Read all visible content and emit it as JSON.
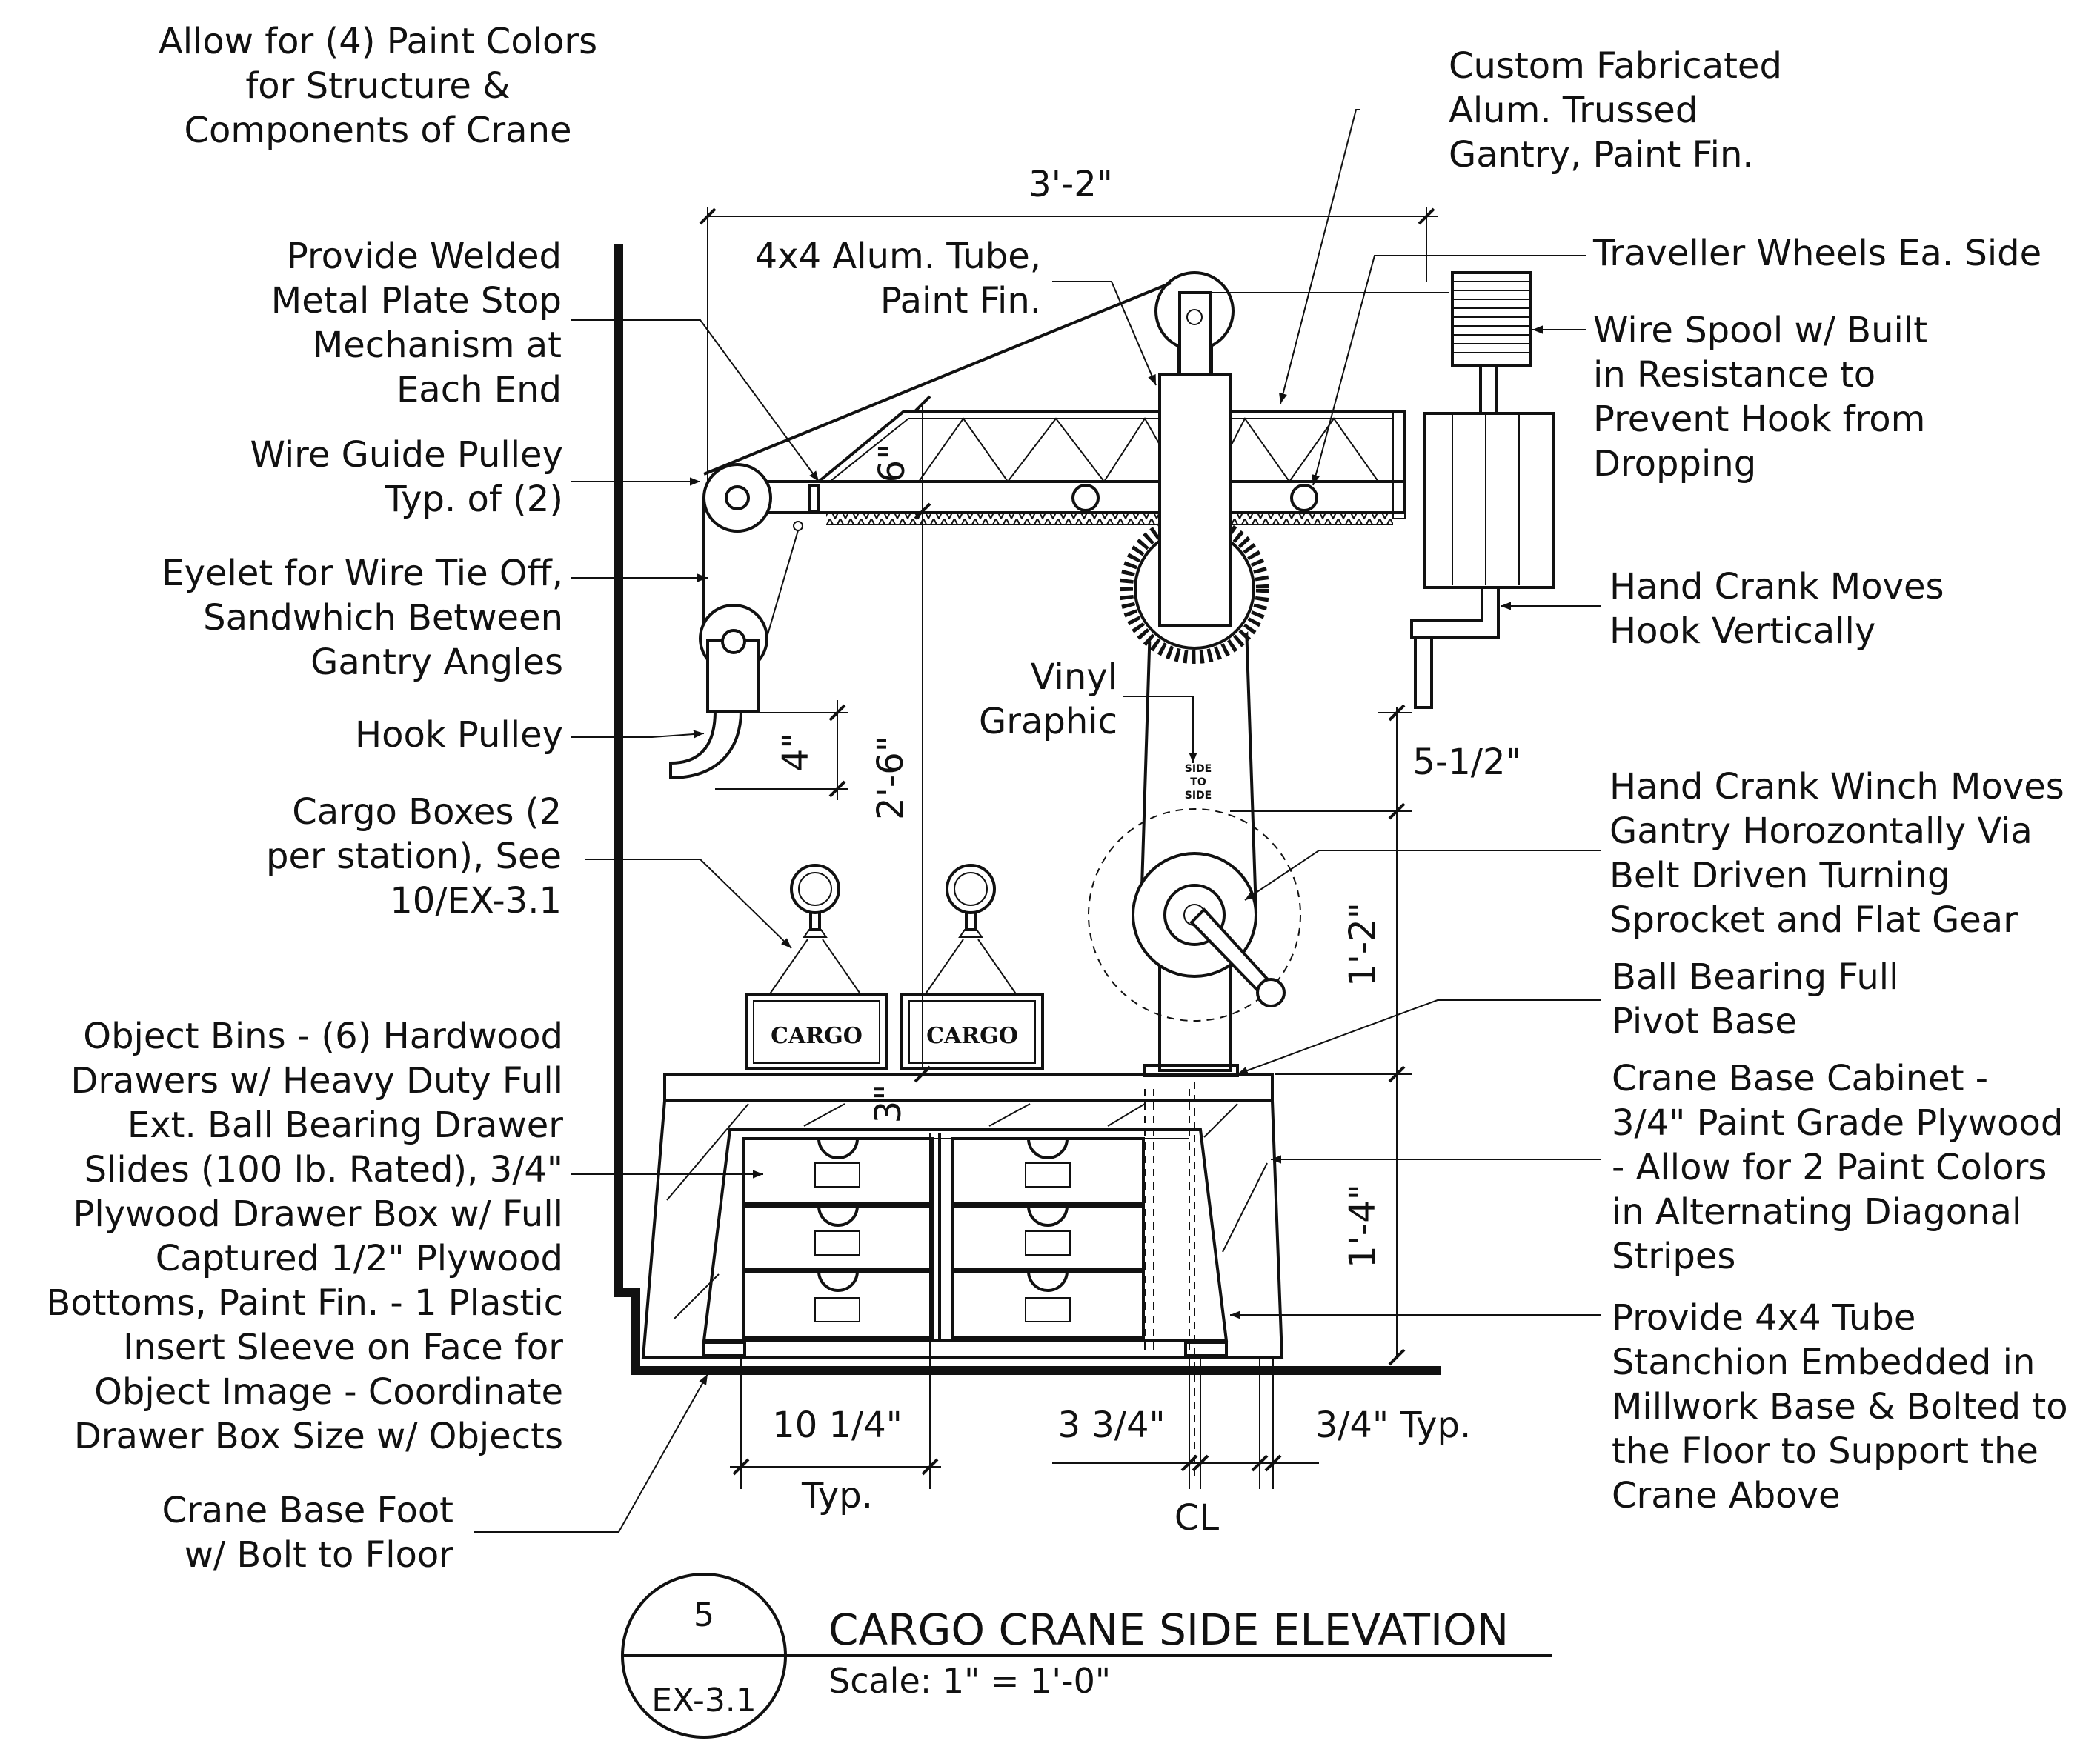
{
  "colors": {
    "ink": "#111111",
    "paper": "#ffffff"
  },
  "notes": {
    "paint_colors": [
      "Allow for (4) Paint Colors",
      "for Structure &",
      "Components of Crane"
    ],
    "custom_gantry": [
      "Custom Fabricated",
      "Alum. Trussed",
      "Gantry, Paint Fin."
    ],
    "stop_mechanism": [
      "Provide Welded",
      "Metal Plate Stop",
      "Mechanism at",
      "Each End"
    ],
    "alum_tube": [
      "4x4 Alum. Tube,",
      "Paint Fin."
    ],
    "traveller_wheels": [
      "Traveller Wheels Ea. Side"
    ],
    "wire_spool": [
      "Wire Spool w/ Built",
      "in Resistance to",
      "Prevent Hook from",
      "Dropping"
    ],
    "wire_guide": [
      "Wire Guide Pulley",
      "Typ. of (2)"
    ],
    "eyelet": [
      "Eyelet for Wire Tie Off,",
      "Sandwhich Between",
      "Gantry Angles"
    ],
    "hand_crank_vertical": [
      "Hand Crank Moves",
      "Hook Vertically"
    ],
    "hook_pulley": [
      "Hook Pulley"
    ],
    "vinyl_graphic": [
      "Vinyl",
      "Graphic"
    ],
    "cargo_boxes": [
      "Cargo Boxes (2",
      "per station), See",
      "10/EX-3.1"
    ],
    "winch": [
      "Hand Crank Winch Moves",
      "Gantry Horozontally Via",
      "Belt Driven Turning",
      "Sprocket and Flat Gear"
    ],
    "ball_bearing": [
      "Ball Bearing Full",
      "Pivot Base"
    ],
    "object_bins": [
      "Object Bins - (6) Hardwood",
      "Drawers w/ Heavy Duty Full",
      "Ext. Ball Bearing Drawer",
      "Slides (100 lb. Rated), 3/4\"",
      "Plywood Drawer Box w/ Full",
      "Captured 1/2\" Plywood",
      "Bottoms, Paint Fin. - 1 Plastic",
      "Insert Sleeve on Face for",
      "Object Image - Coordinate",
      "Drawer Box Size w/ Objects"
    ],
    "base_cabinet": [
      "Crane Base Cabinet -",
      "3/4\" Paint Grade Plywood",
      "- Allow for 2 Paint Colors",
      "in Alternating Diagonal",
      "Stripes"
    ],
    "stanchion": [
      "Provide 4x4 Tube",
      "Stanchion Embedded in",
      "Millwork Base & Bolted to",
      "the Floor to Support the",
      "Crane Above"
    ],
    "base_foot": [
      "Crane Base Foot",
      "w/ Bolt to Floor"
    ]
  },
  "dimensions": {
    "overall_width": "3'-2\"",
    "truss_depth": "6\"",
    "hook_drop": "4\"",
    "height_to_gantry": "2'-6\"",
    "right_upper": "5-1/2\"",
    "column_height": "1'-2\"",
    "base_height": "1'-4\"",
    "top_thickness": "3\"",
    "drawer_width": "10 1/4\"",
    "drawer_width_note": "Typ.",
    "stanchion_width": "3 3/4\"",
    "panel_thickness": "3/4\" Typ.",
    "centerline": "CL"
  },
  "graphics": {
    "cargo_label": "CARGO",
    "vinyl_text": [
      "SIDE",
      "TO",
      "SIDE"
    ]
  },
  "title_block": {
    "detail_number": "5",
    "sheet": "EX-3.1",
    "title": "CARGO CRANE SIDE ELEVATION",
    "scale": "Scale: 1\" = 1'-0\""
  }
}
